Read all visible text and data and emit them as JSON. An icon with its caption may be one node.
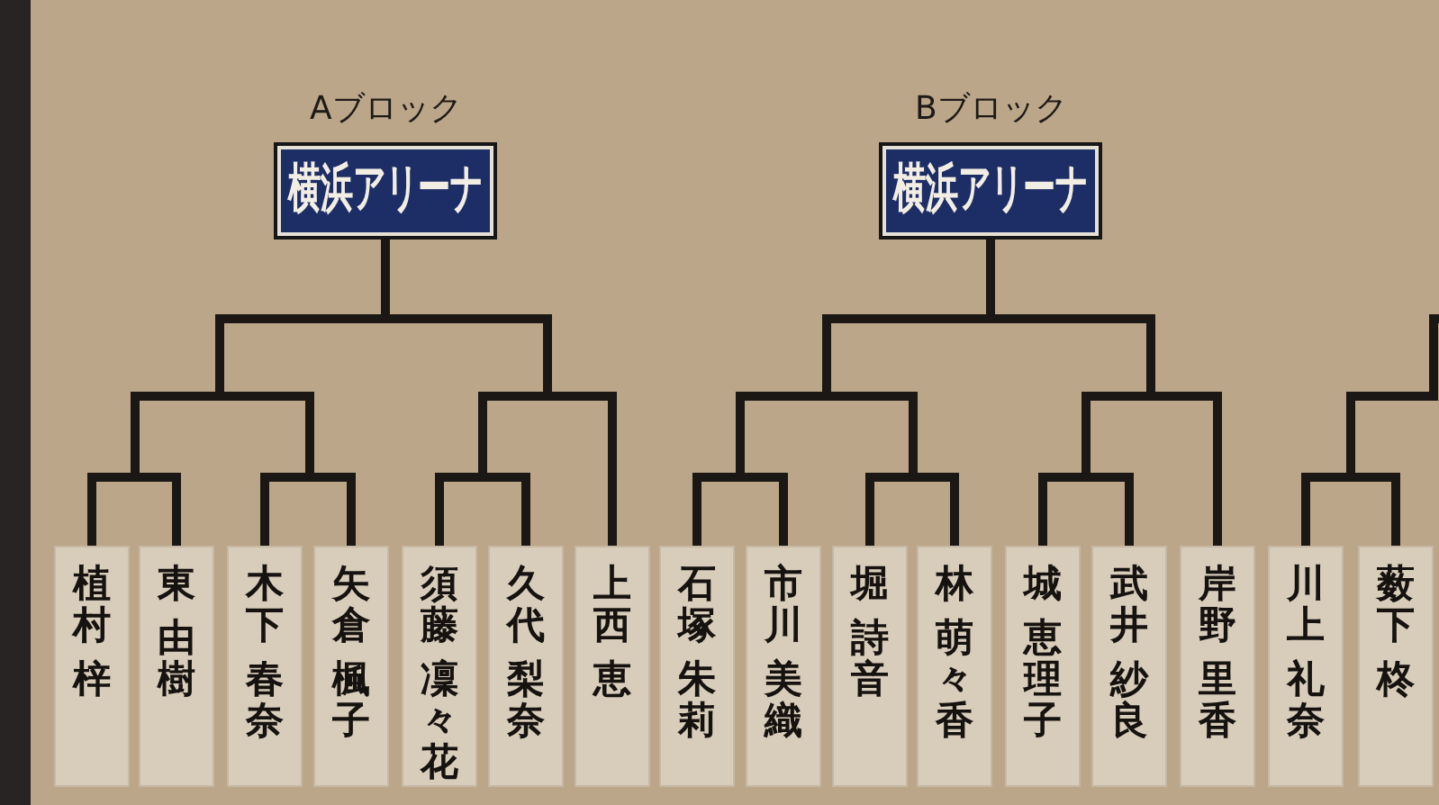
{
  "diagram": {
    "nodes": [
      {
        "text": [
          "Aブロック",
          "横浜アリーナ"
        ]
      },
      {
        "text": [
          "Bブロック",
          "横浜アリーナ"
        ]
      },
      {
        "text": [
          "植村",
          "梓"
        ]
      },
      {
        "text": [
          "東",
          "由樹"
        ]
      },
      {
        "text": [
          "木下",
          "春奈"
        ]
      },
      {
        "text": [
          "矢倉",
          "楓子"
        ]
      },
      {
        "text": [
          "須藤",
          "凜々花"
        ]
      },
      {
        "text": [
          "久代",
          "梨奈"
        ]
      },
      {
        "text": [
          "上西",
          "恵"
        ]
      },
      {
        "text": [
          "石塚",
          "朱莉"
        ]
      },
      {
        "text": [
          "市川",
          "美織"
        ]
      },
      {
        "text": [
          "堀",
          "詩音"
        ]
      },
      {
        "text": [
          "林",
          "萌々香"
        ]
      },
      {
        "text": [
          "城",
          "恵理子"
        ]
      },
      {
        "text": [
          "武井",
          "紗良"
        ]
      },
      {
        "text": [
          "岸野",
          "里香"
        ]
      },
      {
        "text": [
          "川上",
          "礼奈"
        ]
      },
      {
        "text": [
          "薮下",
          "柊"
        ]
      }
    ],
    "edges": [
      {
        "from": 0,
        "to": 2,
        "arrow": "none"
      },
      {
        "from": 0,
        "to": 3,
        "arrow": "none"
      },
      {
        "from": 0,
        "to": 4,
        "arrow": "none"
      },
      {
        "from": 0,
        "to": 5,
        "arrow": "none"
      },
      {
        "from": 0,
        "to": 6,
        "arrow": "none"
      },
      {
        "from": 0,
        "to": 7,
        "arrow": "none"
      },
      {
        "from": 0,
        "to": 8,
        "arrow": "none"
      },
      {
        "from": 1,
        "to": 9,
        "arrow": "none"
      },
      {
        "from": 1,
        "to": 10,
        "arrow": "none"
      },
      {
        "from": 1,
        "to": 11,
        "arrow": "none"
      },
      {
        "from": 1,
        "to": 12,
        "arrow": "none"
      },
      {
        "from": 1,
        "to": 13,
        "arrow": "none"
      },
      {
        "from": 1,
        "to": 14,
        "arrow": "none"
      },
      {
        "from": 1,
        "to": 15,
        "arrow": "none"
      },
      {
        "from": null,
        "to": 16,
        "arrow": "none"
      },
      {
        "from": null,
        "to": 17,
        "arrow": "none"
      }
    ]
  }
}
